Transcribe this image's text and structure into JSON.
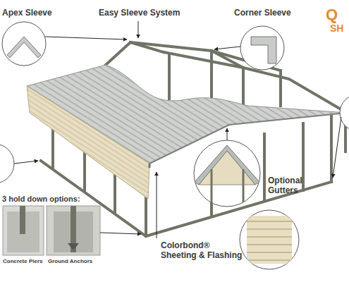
{
  "diagram": {
    "labels": [
      "Apex Sleeve",
      "Easy Sleeve System",
      "Corner Sleeve",
      "Q",
      "SH",
      "3 hold down options:",
      "Concrete Piers",
      "Ground Anchors",
      "Optional Gutters",
      "Colorbond® Sheeting & Flashing"
    ]
  }
}
